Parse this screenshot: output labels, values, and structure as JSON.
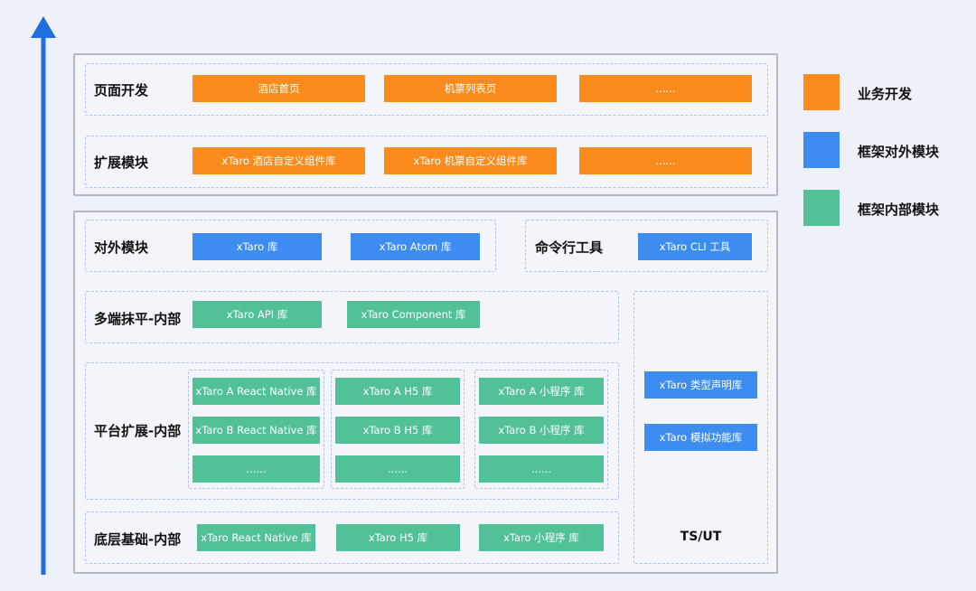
{
  "colors": {
    "business": "#fa8b1c",
    "external": "#3d8df0",
    "internal": "#52c198",
    "arrow": "#1f6fe0"
  },
  "legend": [
    {
      "label": "业务开发",
      "color": "#fa8b1c"
    },
    {
      "label": "框架对外模块",
      "color": "#3d8df0"
    },
    {
      "label": "框架内部模块",
      "color": "#52c198"
    }
  ],
  "top": {
    "page_dev": {
      "label": "页面开发",
      "items": [
        "酒店首页",
        "机票列表页",
        "......"
      ]
    },
    "ext_modules": {
      "label": "扩展模块",
      "items": [
        "xTaro 酒店自定义组件库",
        "xTaro 机票自定义组件库",
        "......"
      ]
    }
  },
  "bottom": {
    "external": {
      "label": "对外模块",
      "items": [
        "xTaro 库",
        "xTaro Atom 库"
      ]
    },
    "cli": {
      "label": "命令行工具",
      "items": [
        "xTaro CLI 工具"
      ]
    },
    "multi": {
      "label": "多端抹平-内部",
      "items": [
        "xTaro API 库",
        "xTaro Component 库"
      ]
    },
    "platform": {
      "label": "平台扩展-内部",
      "columns": [
        [
          "xTaro A React Native 库",
          "xTaro B React Native 库",
          "......"
        ],
        [
          "xTaro A H5 库",
          "xTaro B H5 库",
          "......"
        ],
        [
          "xTaro A 小程序 库",
          "xTaro B 小程序 库",
          "......"
        ]
      ]
    },
    "base": {
      "label": "底层基础-内部",
      "items": [
        "xTaro React Native 库",
        "xTaro H5 库",
        "xTaro 小程序 库"
      ]
    },
    "tsut": {
      "items": [
        "xTaro 类型声明库",
        "xTaro 模拟功能库"
      ],
      "label": "TS/UT"
    }
  }
}
